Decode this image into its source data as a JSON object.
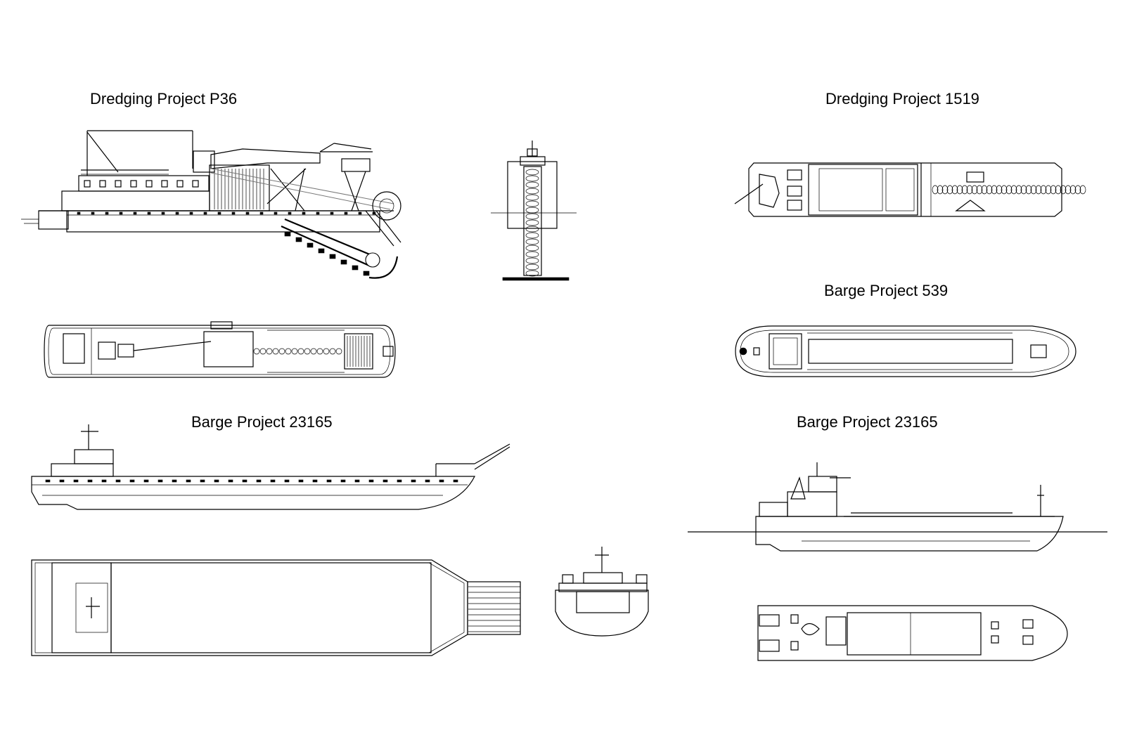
{
  "labels": {
    "p36": "Dredging Project P36",
    "p1519": "Dredging Project 1519",
    "b539": "Barge Project 539",
    "b23165_left": "Barge Project 23165",
    "b23165_right": "Barge Project 23165"
  }
}
